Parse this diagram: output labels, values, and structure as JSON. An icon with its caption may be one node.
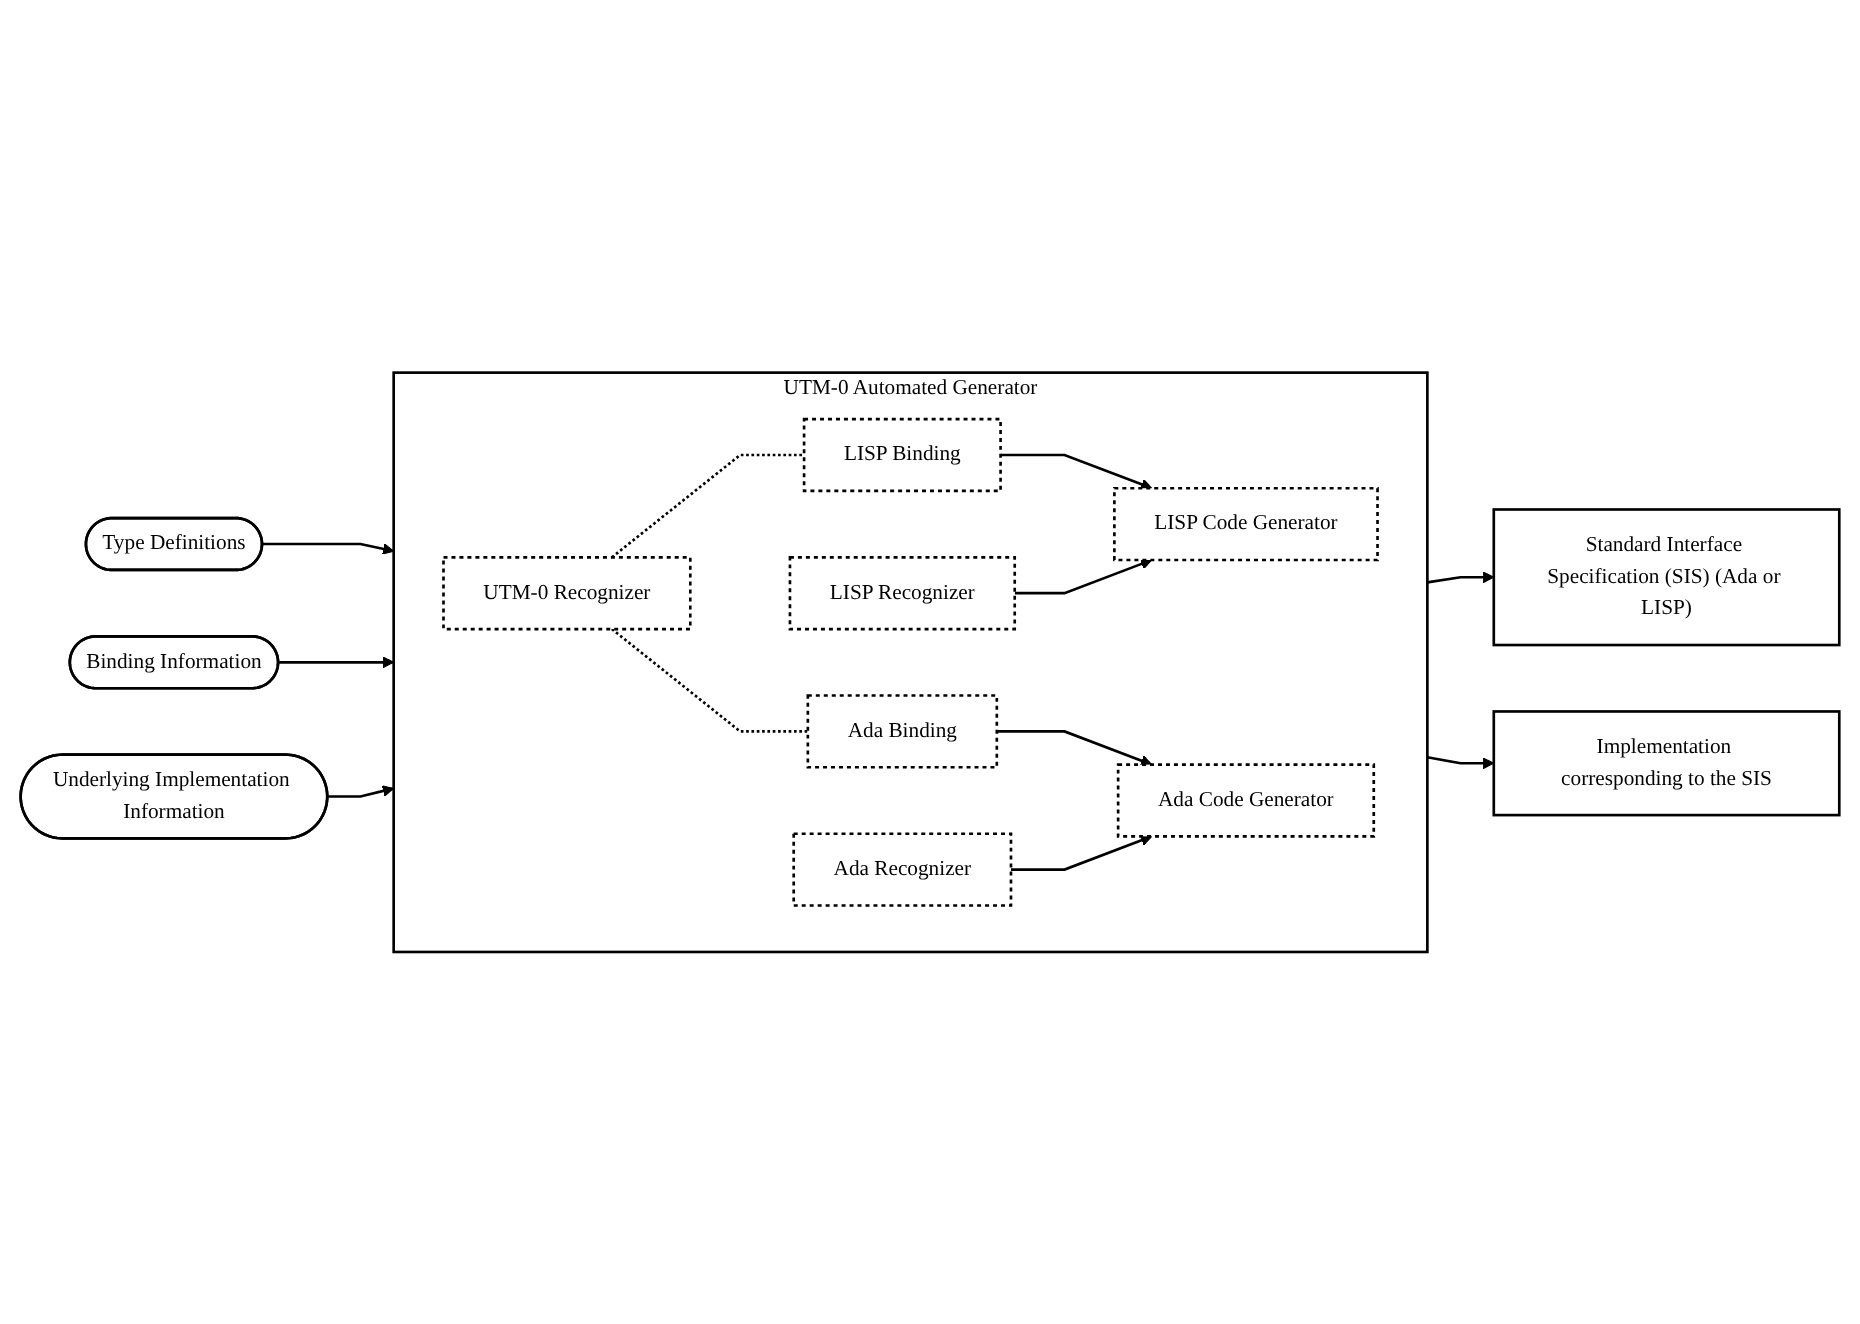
{
  "diagram": {
    "nodes": [
      {
        "text": [
          "Type Definitions"
        ]
      },
      {
        "text": [
          "Binding Information"
        ]
      },
      {
        "text": [
          "Underlying Implementation Information"
        ]
      },
      {
        "text": [
          "UTM-0 Automated Generator"
        ]
      },
      {
        "text": [
          "UTM-0 Recognizer"
        ],
        "in": 3
      },
      {
        "text": [
          "LISP Binding"
        ],
        "in": 3
      },
      {
        "text": [
          "LISP Code Generator"
        ],
        "in": 3
      },
      {
        "text": [
          "LISP Recognizer"
        ],
        "in": 3
      },
      {
        "text": [
          "Ada Binding"
        ],
        "in": 3
      },
      {
        "text": [
          "Ada Code Generator"
        ],
        "in": 3
      },
      {
        "text": [
          "Ada Recognizer"
        ],
        "in": 3
      },
      {
        "text": [
          "Standard Interface Specification (SIS) (Ada or LISP)"
        ]
      },
      {
        "text": [
          "Implementation corresponding to the SIS"
        ]
      }
    ],
    "edges": [
      {
        "from": 0,
        "to": 3,
        "arrow": "to"
      },
      {
        "from": 1,
        "to": 3,
        "arrow": "to"
      },
      {
        "from": 2,
        "to": 3,
        "arrow": "to"
      },
      {
        "from": 4,
        "to": 5,
        "arrow": "none",
        "style": "dashed"
      },
      {
        "from": 4,
        "to": 8,
        "arrow": "none",
        "style": "dashed"
      },
      {
        "from": 5,
        "to": 6,
        "arrow": "to"
      },
      {
        "from": 7,
        "to": 6,
        "arrow": "to"
      },
      {
        "from": 8,
        "to": 9,
        "arrow": "to"
      },
      {
        "from": 10,
        "to": 9,
        "arrow": "to"
      },
      {
        "from": 3,
        "to": 11,
        "arrow": "to"
      },
      {
        "from": 3,
        "to": 12,
        "arrow": "to"
      }
    ]
  }
}
